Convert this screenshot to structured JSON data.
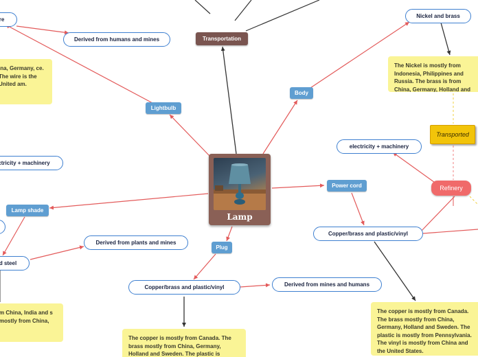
{
  "central": {
    "label": "Lamp"
  },
  "transportation": {
    "label": "Transportation"
  },
  "lightbulb": {
    "label": "Lightbulb"
  },
  "body": {
    "label": "Body"
  },
  "power_cord": {
    "label": "Power cord"
  },
  "lamp_shade": {
    "label": "Lamp shade"
  },
  "plug": {
    "label": "Plug"
  },
  "wire": {
    "label": "re"
  },
  "derived_humans_mines": {
    "label": "Derived from humans and mines"
  },
  "wire_note": {
    "text": "ina, Germany, ce. The wire is the United am."
  },
  "electricity_left": {
    "label": "ctricity + machinery"
  },
  "derived_plants_mines": {
    "label": "Derived from plants and mines"
  },
  "steel": {
    "label": "d steel"
  },
  "steel_note": {
    "text": "m China, India and s mostly from China,"
  },
  "plug_copper": {
    "label": "Copper/brass and plastic/vinyl"
  },
  "derived_mines_humans": {
    "label": "Derived from mines and humans"
  },
  "plug_note": {
    "text": "The copper is mostly from Canada. The brass mostly from China, Germany, Holland and Sweden. The plastic is"
  },
  "nickel": {
    "label": "Nickel and brass"
  },
  "nickel_note": {
    "text": "The Nickel is mostly from Indonesia, Philippines and Russia. The brass is from China, Germany, Holland and Sweden."
  },
  "transported": {
    "label": "Transported"
  },
  "electricity_right": {
    "label": "electricity + machinery"
  },
  "refinery": {
    "label": "Refinery"
  },
  "cord_copper": {
    "label": "Copper/brass and plastic/vinyl"
  },
  "cord_note": {
    "text": "The copper is mostly from Canada. The brass mostly from China, Germany, Holland and Sweden. The plastic is mostly from Pennsylvania. The vinyl is mostly from China and the United States."
  }
}
